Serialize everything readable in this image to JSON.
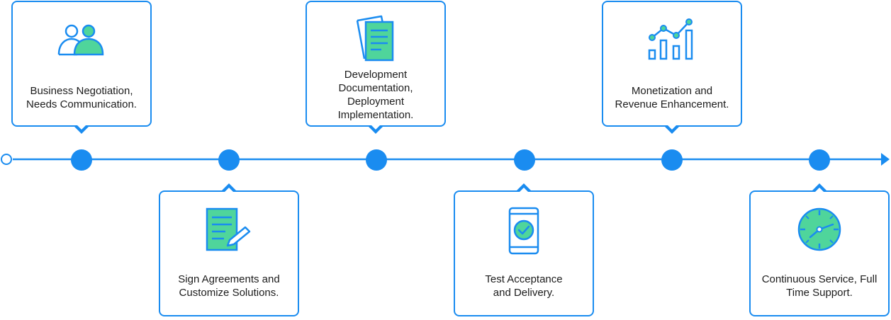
{
  "colors": {
    "accent": "#1a8cf0",
    "icon_fill": "#4fd59b",
    "text": "#1c1c1c"
  },
  "steps": [
    {
      "label": "Business Negotiation, Needs Communication.",
      "icon": "users-icon"
    },
    {
      "label": "Sign Agreements and Customize Solutions.",
      "icon": "contract-sign-icon"
    },
    {
      "label": "Development Documentation, Deployment Implementation.",
      "icon": "documents-icon"
    },
    {
      "label": "Test Acceptance and Delivery.",
      "icon": "phone-check-icon"
    },
    {
      "label": "Monetization and Revenue Enhancement.",
      "icon": "growth-chart-icon"
    },
    {
      "label": "Continuous Service, Full Time Support.",
      "icon": "clock-icon"
    }
  ]
}
